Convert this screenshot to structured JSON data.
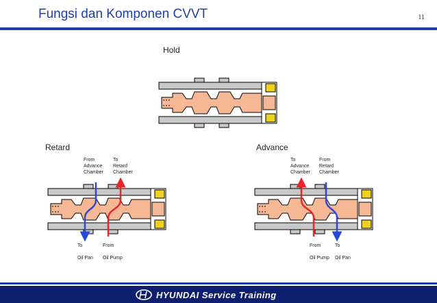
{
  "header": {
    "title": "Fungsi dan Komponen CVVT",
    "page_number": "11"
  },
  "diagrams": {
    "hold": {
      "label": "Hold"
    },
    "retard": {
      "label": "Retard",
      "top_left": "From\nAdvance\nChamber",
      "top_right": "To\nRetard\nChamber",
      "bottom_left_a": "To",
      "bottom_left_b": "Oil Pan",
      "bottom_right_a": "From",
      "bottom_right_b": "Oil Pump"
    },
    "advance": {
      "label": "Advance",
      "top_left": "To\nAdvance\nChamber",
      "top_right": "From\nRetard\nChamber",
      "bottom_left_a": "From",
      "bottom_left_b": "Oil Pump",
      "bottom_right_a": "To",
      "bottom_right_b": "Oil Pan"
    }
  },
  "footer": {
    "brand": "HYUNDAI Service Training"
  },
  "colors": {
    "title_blue": "#1f3fa8",
    "footer_navy": "#0d1f6e",
    "spool": "#f6b894",
    "coil_yellow": "#f0d21e",
    "arrow_red": "#e8262a",
    "arrow_blue": "#2a49d8"
  }
}
